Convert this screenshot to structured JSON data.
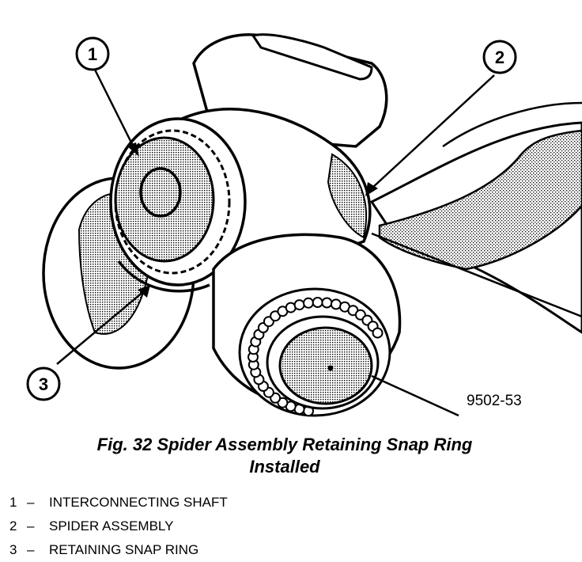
{
  "figure": {
    "callouts": [
      {
        "number": "1"
      },
      {
        "number": "2"
      },
      {
        "number": "3"
      }
    ],
    "code": "9502-53"
  },
  "caption": {
    "line1": "Fig. 32 Spider Assembly Retaining Snap Ring",
    "line2": "Installed"
  },
  "legend": [
    {
      "number": "1",
      "dash": "–",
      "label": "INTERCONNECTING SHAFT"
    },
    {
      "number": "2",
      "dash": "–",
      "label": "SPIDER ASSEMBLY"
    },
    {
      "number": "3",
      "dash": "–",
      "label": "RETAINING SNAP RING"
    }
  ]
}
